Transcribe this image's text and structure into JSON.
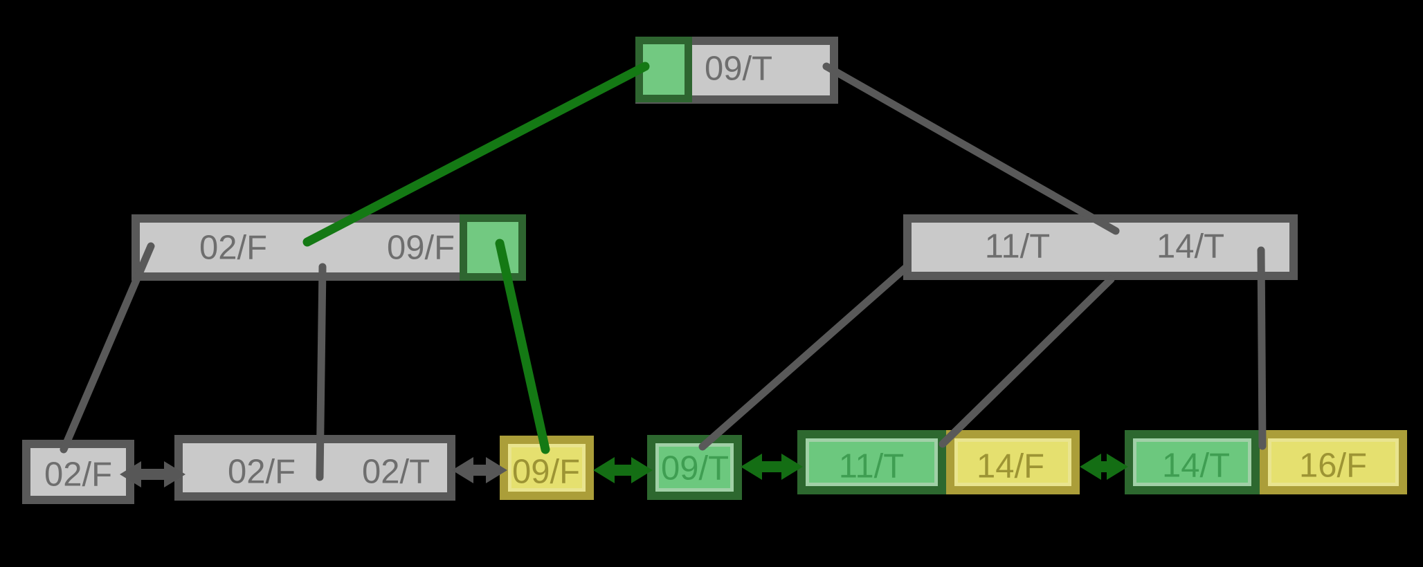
{
  "diagram_type": "b-plus-tree-index-visualization",
  "background": "#000000",
  "root": {
    "keys": [
      "09/T"
    ],
    "pointer_highlight": "left-cell"
  },
  "internal_nodes": [
    {
      "id": "internal-left",
      "keys": [
        "02/F",
        "09/F"
      ],
      "pointer_highlight": "right-cell"
    },
    {
      "id": "internal-right",
      "keys": [
        "11/T",
        "14/T"
      ],
      "pointer_highlight": null
    }
  ],
  "leaf_nodes": [
    {
      "cells": [
        {
          "label": "02/F",
          "style": "gray"
        }
      ]
    },
    {
      "cells": [
        {
          "label": "02/F",
          "style": "gray"
        },
        {
          "label": "02/T",
          "style": "gray"
        }
      ]
    },
    {
      "cells": [
        {
          "label": "09/F",
          "style": "yellow"
        }
      ]
    },
    {
      "cells": [
        {
          "label": "09/T",
          "style": "green"
        }
      ]
    },
    {
      "cells": [
        {
          "label": "11/T",
          "style": "green"
        },
        {
          "label": "14/F",
          "style": "yellow"
        }
      ]
    },
    {
      "cells": [
        {
          "label": "14/T",
          "style": "green"
        },
        {
          "label": "16/F",
          "style": "yellow"
        }
      ]
    }
  ],
  "edges": [
    {
      "from": "root-pointer-cell",
      "to": "internal-left",
      "color": "green"
    },
    {
      "from": "root",
      "to": "internal-right",
      "color": "gray"
    },
    {
      "from": "internal-left",
      "to": "leaf-02F",
      "color": "gray"
    },
    {
      "from": "internal-left",
      "to": "leaf-02F-02T",
      "color": "gray"
    },
    {
      "from": "internal-left-pointer-cell",
      "to": "leaf-09F",
      "color": "green"
    },
    {
      "from": "internal-right",
      "to": "leaf-09T",
      "color": "gray"
    },
    {
      "from": "internal-right",
      "to": "leaf-11T-14F",
      "color": "gray"
    },
    {
      "from": "internal-right",
      "to": "leaf-14T-16F",
      "color": "gray"
    }
  ],
  "sibling_links": [
    {
      "between": [
        "02/F",
        "02/F|02/T"
      ],
      "color": "gray"
    },
    {
      "between": [
        "02/F|02/T",
        "09/F"
      ],
      "color": "gray"
    },
    {
      "between": [
        "09/F",
        "09/T"
      ],
      "color": "green"
    },
    {
      "between": [
        "09/T",
        "11/T|14/F"
      ],
      "color": "green"
    },
    {
      "between": [
        "11/T|14/F",
        "14/T|16/F"
      ],
      "color": "green"
    }
  ],
  "colors": {
    "node_border": "#595959",
    "node_fill": "#c9c9c9",
    "node_text": "#6e6e6e",
    "pointer_cell_fill": "#72c981",
    "pointer_cell_border": "#2e6530",
    "green_leaf_fill": "#6cc87e",
    "green_leaf_border": "#2d682f",
    "green_leaf_text": "#3f9e52",
    "yellow_leaf_fill": "#e5e06f",
    "yellow_leaf_border": "#ab9e39",
    "yellow_leaf_text": "#9d9434",
    "edge_gray": "#595959",
    "edge_green": "#147914",
    "arrow_gray": "#575757",
    "arrow_green": "#146e14"
  }
}
